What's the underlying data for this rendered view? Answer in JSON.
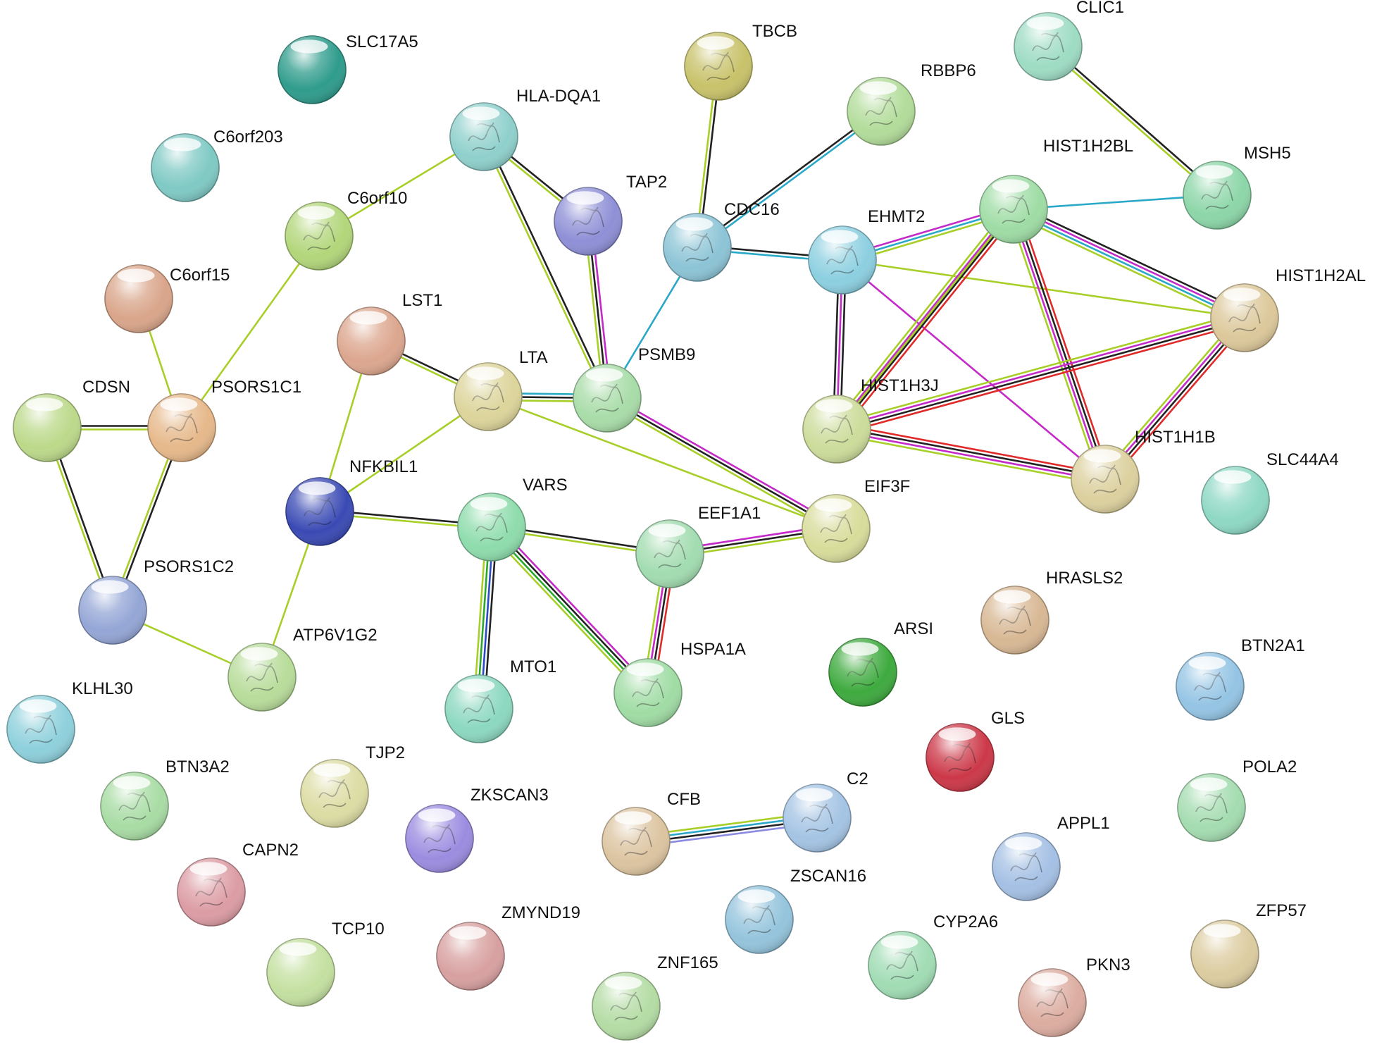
{
  "network": {
    "nodes": [
      {
        "id": "SLC17A5",
        "label": "SLC17A5",
        "color": "#2f9c8c",
        "structure": false
      },
      {
        "id": "C6orf203",
        "label": "C6orf203",
        "color": "#7fc9c4",
        "structure": false
      },
      {
        "id": "C6orf10",
        "label": "C6orf10",
        "color": "#b2d67a",
        "structure": true
      },
      {
        "id": "C6orf15",
        "label": "C6orf15",
        "color": "#d9a58a",
        "structure": false
      },
      {
        "id": "CDSN",
        "label": "CDSN",
        "color": "#bcd98a",
        "structure": false
      },
      {
        "id": "PSORS1C1",
        "label": "PSORS1C1",
        "color": "#e6b88a",
        "structure": true
      },
      {
        "id": "PSORS1C2",
        "label": "PSORS1C2",
        "color": "#94a6d6",
        "structure": false
      },
      {
        "id": "HLA-DQA1",
        "label": "HLA-DQA1",
        "color": "#8fd0cc",
        "structure": true
      },
      {
        "id": "TAP2",
        "label": "TAP2",
        "color": "#8e8fd6",
        "structure": true
      },
      {
        "id": "TBCB",
        "label": "TBCB",
        "color": "#c8c26a",
        "structure": true
      },
      {
        "id": "RBBP6",
        "label": "RBBP6",
        "color": "#b2dc9a",
        "structure": true
      },
      {
        "id": "CDC16",
        "label": "CDC16",
        "color": "#8cc4d6",
        "structure": true
      },
      {
        "id": "CLIC1",
        "label": "CLIC1",
        "color": "#9edcc4",
        "structure": true
      },
      {
        "id": "MSH5",
        "label": "MSH5",
        "color": "#8cd6a8",
        "structure": true
      },
      {
        "id": "HIST1H2BL",
        "label": "HIST1H2BL",
        "color": "#9edca4",
        "structure": true
      },
      {
        "id": "EHMT2",
        "label": "EHMT2",
        "color": "#8ccfe0",
        "structure": true
      },
      {
        "id": "HIST1H2AL",
        "label": "HIST1H2AL",
        "color": "#dcc89a",
        "structure": true
      },
      {
        "id": "LST1",
        "label": "LST1",
        "color": "#dca68e",
        "structure": false
      },
      {
        "id": "LTA",
        "label": "LTA",
        "color": "#dcd49a",
        "structure": true
      },
      {
        "id": "PSMB9",
        "label": "PSMB9",
        "color": "#a8dca8",
        "structure": true
      },
      {
        "id": "HIST1H3J",
        "label": "HIST1H3J",
        "color": "#ccdc9a",
        "structure": true
      },
      {
        "id": "HIST1H1B",
        "label": "HIST1H1B",
        "color": "#dcd09e",
        "structure": true
      },
      {
        "id": "SLC44A4",
        "label": "SLC44A4",
        "color": "#8ed8c4",
        "structure": false
      },
      {
        "id": "NFKBIL1",
        "label": "NFKBIL1",
        "color": "#3a4ab4",
        "structure": true
      },
      {
        "id": "VARS",
        "label": "VARS",
        "color": "#8edcac",
        "structure": true
      },
      {
        "id": "EEF1A1",
        "label": "EEF1A1",
        "color": "#a2dcb0",
        "structure": true
      },
      {
        "id": "EIF3F",
        "label": "EIF3F",
        "color": "#d8dc9a",
        "structure": true
      },
      {
        "id": "HRASLS2",
        "label": "HRASLS2",
        "color": "#d8b894",
        "structure": true
      },
      {
        "id": "ARSI",
        "label": "ARSI",
        "color": "#3eaa3e",
        "structure": true
      },
      {
        "id": "BTN2A1",
        "label": "BTN2A1",
        "color": "#94c4e4",
        "structure": true
      },
      {
        "id": "ATP6V1G2",
        "label": "ATP6V1G2",
        "color": "#b8dc9a",
        "structure": true
      },
      {
        "id": "MTO1",
        "label": "MTO1",
        "color": "#8cd8c0",
        "structure": true
      },
      {
        "id": "HSPA1A",
        "label": "HSPA1A",
        "color": "#a0dca4",
        "structure": true
      },
      {
        "id": "KLHL30",
        "label": "KLHL30",
        "color": "#8ed0dc",
        "structure": true
      },
      {
        "id": "GLS",
        "label": "GLS",
        "color": "#cc3848",
        "structure": true
      },
      {
        "id": "BTN3A2",
        "label": "BTN3A2",
        "color": "#a8dca4",
        "structure": true
      },
      {
        "id": "TJP2",
        "label": "TJP2",
        "color": "#dcdca4",
        "structure": true
      },
      {
        "id": "ZKSCAN3",
        "label": "ZKSCAN3",
        "color": "#9c8ce0",
        "structure": true
      },
      {
        "id": "CFB",
        "label": "CFB",
        "color": "#dcc4a0",
        "structure": true
      },
      {
        "id": "C2",
        "label": "C2",
        "color": "#a4c4e4",
        "structure": true
      },
      {
        "id": "POLA2",
        "label": "POLA2",
        "color": "#a4dcb0",
        "structure": true
      },
      {
        "id": "CAPN2",
        "label": "CAPN2",
        "color": "#dc9ca4",
        "structure": true
      },
      {
        "id": "APPL1",
        "label": "APPL1",
        "color": "#a4c0e4",
        "structure": true
      },
      {
        "id": "ZSCAN16",
        "label": "ZSCAN16",
        "color": "#94c4dc",
        "structure": true
      },
      {
        "id": "TCP10",
        "label": "TCP10",
        "color": "#c4e0a0",
        "structure": false
      },
      {
        "id": "ZMYND19",
        "label": "ZMYND19",
        "color": "#d8a0a0",
        "structure": false
      },
      {
        "id": "ZFP57",
        "label": "ZFP57",
        "color": "#dccca0",
        "structure": false
      },
      {
        "id": "CYP2A6",
        "label": "CYP2A6",
        "color": "#a0dcb4",
        "structure": true
      },
      {
        "id": "PKN3",
        "label": "PKN3",
        "color": "#dcaca0",
        "structure": true
      },
      {
        "id": "ZNF165",
        "label": "ZNF165",
        "color": "#b4dca4",
        "structure": true
      }
    ],
    "edges": [
      {
        "source": "C6orf10",
        "target": "HLA-DQA1",
        "colors": [
          "#a8cf28"
        ]
      },
      {
        "source": "C6orf10",
        "target": "PSORS1C1",
        "colors": [
          "#a8cf28"
        ]
      },
      {
        "source": "C6orf15",
        "target": "PSORS1C1",
        "colors": [
          "#a8cf28"
        ]
      },
      {
        "source": "CDSN",
        "target": "PSORS1C1",
        "colors": [
          "#222222",
          "#a8cf28"
        ]
      },
      {
        "source": "CDSN",
        "target": "PSORS1C2",
        "colors": [
          "#222222",
          "#a8cf28"
        ]
      },
      {
        "source": "PSORS1C1",
        "target": "PSORS1C2",
        "colors": [
          "#222222",
          "#a8cf28"
        ]
      },
      {
        "source": "PSORS1C2",
        "target": "ATP6V1G2",
        "colors": [
          "#a8cf28"
        ]
      },
      {
        "source": "ATP6V1G2",
        "target": "NFKBIL1",
        "colors": [
          "#a8cf28"
        ]
      },
      {
        "source": "NFKBIL1",
        "target": "LST1",
        "colors": [
          "#a8cf28"
        ]
      },
      {
        "source": "NFKBIL1",
        "target": "LTA",
        "colors": [
          "#a8cf28"
        ]
      },
      {
        "source": "NFKBIL1",
        "target": "VARS",
        "colors": [
          "#222222",
          "#a8cf28"
        ]
      },
      {
        "source": "LST1",
        "target": "LTA",
        "colors": [
          "#222222",
          "#a8cf28"
        ]
      },
      {
        "source": "LTA",
        "target": "PSMB9",
        "colors": [
          "#2aa8c8",
          "#222222",
          "#a8cf28"
        ]
      },
      {
        "source": "HLA-DQA1",
        "target": "TAP2",
        "colors": [
          "#222222",
          "#a8cf28"
        ]
      },
      {
        "source": "HLA-DQA1",
        "target": "PSMB9",
        "colors": [
          "#222222",
          "#a8cf28"
        ]
      },
      {
        "source": "TAP2",
        "target": "PSMB9",
        "colors": [
          "#c42ac8",
          "#222222",
          "#a8cf28"
        ]
      },
      {
        "source": "PSMB9",
        "target": "CDC16",
        "colors": [
          "#2aa8c8"
        ]
      },
      {
        "source": "PSMB9",
        "target": "EIF3F",
        "colors": [
          "#c42ac8",
          "#222222",
          "#a8cf28"
        ]
      },
      {
        "source": "LTA",
        "target": "EIF3F",
        "colors": [
          "#a8cf28"
        ]
      },
      {
        "source": "TBCB",
        "target": "CDC16",
        "colors": [
          "#222222",
          "#a8cf28"
        ]
      },
      {
        "source": "RBBP6",
        "target": "CDC16",
        "colors": [
          "#2aa8c8",
          "#222222"
        ]
      },
      {
        "source": "CDC16",
        "target": "EHMT2",
        "colors": [
          "#222222",
          "#2aa8c8"
        ]
      },
      {
        "source": "CLIC1",
        "target": "MSH5",
        "colors": [
          "#222222",
          "#a8cf28"
        ]
      },
      {
        "source": "MSH5",
        "target": "HIST1H2BL",
        "colors": [
          "#2aa8c8"
        ]
      },
      {
        "source": "EHMT2",
        "target": "HIST1H2BL",
        "colors": [
          "#c42ac8",
          "#2aa8c8",
          "#a8cf28"
        ]
      },
      {
        "source": "EHMT2",
        "target": "HIST1H3J",
        "colors": [
          "#222222",
          "#c42ac8",
          "#222222"
        ]
      },
      {
        "source": "EHMT2",
        "target": "HIST1H1B",
        "colors": [
          "#c42ac8"
        ]
      },
      {
        "source": "EHMT2",
        "target": "HIST1H2AL",
        "colors": [
          "#a8cf28"
        ]
      },
      {
        "source": "HIST1H2BL",
        "target": "HIST1H2AL",
        "colors": [
          "#222222",
          "#c42ac8",
          "#2aa8c8",
          "#a8cf28"
        ]
      },
      {
        "source": "HIST1H2BL",
        "target": "HIST1H3J",
        "colors": [
          "#e02a2a",
          "#222222",
          "#c42ac8",
          "#a8cf28"
        ]
      },
      {
        "source": "HIST1H2BL",
        "target": "HIST1H1B",
        "colors": [
          "#e02a2a",
          "#222222",
          "#c42ac8",
          "#a8cf28"
        ]
      },
      {
        "source": "HIST1H2AL",
        "target": "HIST1H3J",
        "colors": [
          "#e02a2a",
          "#222222",
          "#c42ac8",
          "#a8cf28"
        ]
      },
      {
        "source": "HIST1H2AL",
        "target": "HIST1H1B",
        "colors": [
          "#e02a2a",
          "#222222",
          "#c42ac8",
          "#a8cf28"
        ]
      },
      {
        "source": "HIST1H3J",
        "target": "HIST1H1B",
        "colors": [
          "#e02a2a",
          "#222222",
          "#c42ac8",
          "#a8cf28"
        ]
      },
      {
        "source": "HIST1H3J",
        "target": "HIST1H2BL",
        "colors": [
          "#a8cf28"
        ]
      },
      {
        "source": "VARS",
        "target": "EEF1A1",
        "colors": [
          "#222222",
          "#a8cf28"
        ]
      },
      {
        "source": "VARS",
        "target": "MTO1",
        "colors": [
          "#222222",
          "#2a4ac8",
          "#2aa82a",
          "#a8cf28"
        ]
      },
      {
        "source": "VARS",
        "target": "HSPA1A",
        "colors": [
          "#c42ac8",
          "#222222",
          "#2aa82a",
          "#a8cf28"
        ]
      },
      {
        "source": "EEF1A1",
        "target": "EIF3F",
        "colors": [
          "#c42ac8",
          "#222222",
          "#a8cf28"
        ]
      },
      {
        "source": "EEF1A1",
        "target": "HSPA1A",
        "colors": [
          "#e02a2a",
          "#222222",
          "#c42ac8",
          "#a8cf28"
        ]
      },
      {
        "source": "CFB",
        "target": "C2",
        "colors": [
          "#a8cf28",
          "#2aa8c8",
          "#222222",
          "#8a8ae0"
        ]
      }
    ]
  }
}
